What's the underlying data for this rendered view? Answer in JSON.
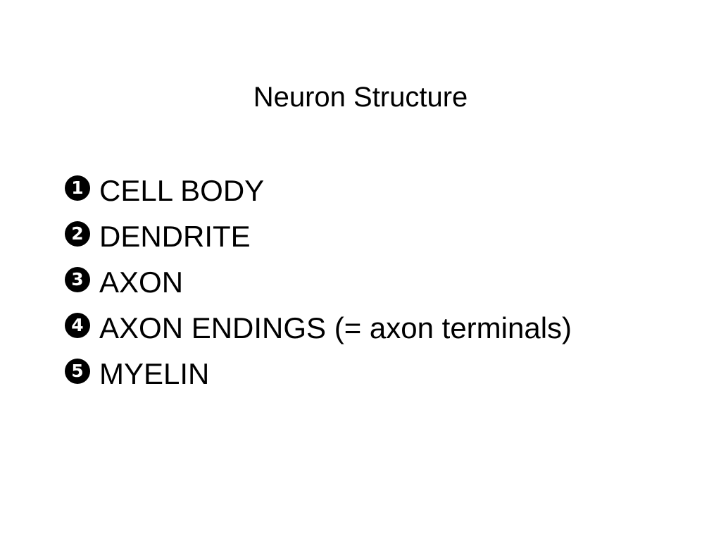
{
  "slide": {
    "title": "Neuron Structure",
    "items": [
      {
        "number": "1",
        "label": "CELL BODY"
      },
      {
        "number": "2",
        "label": "DENDRITE"
      },
      {
        "number": "3",
        "label": "AXON"
      },
      {
        "number": "4",
        "label": "AXON ENDINGS (= axon terminals)"
      },
      {
        "number": "5",
        "label": "MYELIN"
      }
    ]
  }
}
